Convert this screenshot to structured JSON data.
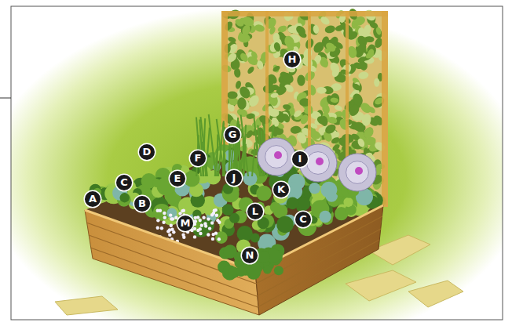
{
  "diagram": {
    "labels": [
      "H",
      "G",
      "D",
      "F",
      "I",
      "C",
      "E",
      "J",
      "A",
      "K",
      "B",
      "L",
      "C",
      "M",
      "N"
    ]
  }
}
